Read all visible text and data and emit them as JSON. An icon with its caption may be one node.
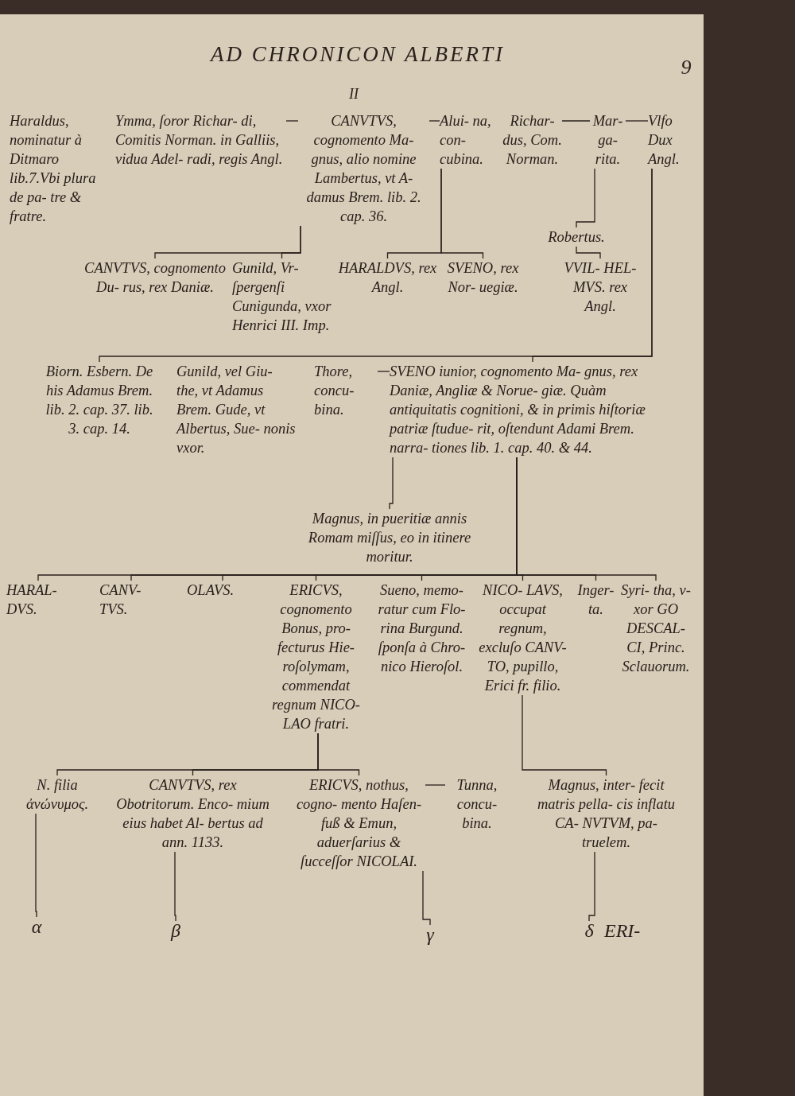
{
  "diagram": {
    "title": "AD CHRONICON ALBERTI",
    "nodes": [
      {
        "text": [
          "Haraldus, nominatur à Ditmaro lib.7.Vbi plura de pa- tre & fratre."
        ]
      },
      {
        "text": [
          "Ymma, ſoror Richar- di, Comitis Norman. in Galliis, vidua Adel- radi, regis Angl."
        ]
      },
      {
        "text": [
          "CANVTVS, cognomento Ma- gnus, alio nomine Lambertus, vt A- damus Brem. lib. 2. cap. 36."
        ]
      },
      {
        "text": [
          "Alui- na, con- cubina."
        ]
      },
      {
        "text": [
          "Richar- dus, Com. Norman."
        ]
      },
      {
        "text": [
          "Mar- ga- rita."
        ]
      },
      {
        "text": [
          "Vlfo Dux Angl."
        ]
      },
      {
        "text": [
          "Robertus."
        ]
      },
      {
        "text": [
          "CANVTVS, cognomento Du- rus, rex Daniæ."
        ]
      },
      {
        "text": [
          "Gunild, Vr- ſpergenſi Cunigunda, vxor Henrici III. Imp."
        ]
      },
      {
        "text": [
          "HARALDVS, rex Angl."
        ]
      },
      {
        "text": [
          "SVENO, rex Nor- uegiæ."
        ]
      },
      {
        "text": [
          "VVIL- HEL- MVS. rex Angl."
        ]
      },
      {
        "text": [
          "Biorn. Esbern. De his Adamus Brem. lib. 2. cap. 37. lib. 3. cap. 14."
        ]
      },
      {
        "text": [
          "Gunild, vel Giu- the, vt Adamus Brem. Gude, vt Albertus, Sue- nonis vxor."
        ]
      },
      {
        "text": [
          "Thore, concu- bina."
        ]
      },
      {
        "text": [
          "SVENO iunior, cognomento Ma- gnus, rex Daniæ, Angliæ & Norue- giæ. Quàm antiquitatis cognitioni, & in primis hiſtoriæ patriæ ſtudue- rit, oſtendunt Adami Brem. narra- tiones lib. 1. cap. 40. & 44."
        ]
      },
      {
        "text": [
          "Magnus, in pueritiæ annis Romam miſſus, eo in itinere moritur."
        ]
      },
      {
        "text": [
          "HARAL- DVS."
        ]
      },
      {
        "text": [
          "CANV- TVS."
        ]
      },
      {
        "text": [
          "OLAVS."
        ]
      },
      {
        "text": [
          "ERICVS, cognomento Bonus, pro- fecturus Hie- roſolymam, commendat regnum NICO- LAO fratri."
        ]
      },
      {
        "text": [
          "Sueno, memo- ratur cum Flo- rina Burgund. ſponſa à Chro- nico Hieroſol."
        ]
      },
      {
        "text": [
          "NICO- LAVS, occupat regnum, excluſo CANV- TO, pupillo, Erici fr. filio."
        ]
      },
      {
        "text": [
          "Inger- ta."
        ]
      },
      {
        "text": [
          "Syri- tha, v- xor GO DESCAL- CI, Princ. Sclauorum."
        ]
      },
      {
        "text": [
          "N. filia ἀνώνυμος."
        ]
      },
      {
        "text": [
          "CANVTVS, rex Obotritorum. Enco- mium eius habet Al- bertus ad ann. 1133."
        ]
      },
      {
        "text": [
          "ERICVS, nothus, cogno- mento Haſen- fuß & Emun, aduerſarius & ſucceſſor NICOLAI."
        ]
      },
      {
        "text": [
          "Tunna, concu- bina."
        ]
      },
      {
        "text": [
          "Magnus, inter- fecit matris pella- cis inflatu CA- NVTVM, pa- truelem."
        ]
      },
      {
        "text": [
          "α"
        ]
      },
      {
        "text": [
          "β"
        ]
      },
      {
        "text": [
          "γ"
        ]
      },
      {
        "text": [
          "δ"
        ]
      }
    ],
    "edges": [
      {
        "from": 1,
        "to": 2,
        "arrow": "none"
      },
      {
        "from": 2,
        "to": 3,
        "arrow": "none"
      },
      {
        "from": 4,
        "to": 5,
        "arrow": "none"
      },
      {
        "from": 5,
        "to": 6,
        "arrow": "none"
      },
      {
        "from": 5,
        "to": 7,
        "arrow": "none"
      },
      {
        "from": 2,
        "to": 8,
        "arrow": "none"
      },
      {
        "from": 2,
        "to": 9,
        "arrow": "none"
      },
      {
        "from": 3,
        "to": 10,
        "arrow": "none"
      },
      {
        "from": 3,
        "to": 11,
        "arrow": "none"
      },
      {
        "from": 7,
        "to": 12,
        "arrow": "none"
      },
      {
        "from": 6,
        "to": 13,
        "arrow": "none"
      },
      {
        "from": 6,
        "to": 16,
        "arrow": "none"
      },
      {
        "from": 15,
        "to": 16,
        "arrow": "none"
      },
      {
        "from": 16,
        "to": 17,
        "arrow": "none"
      },
      {
        "from": 16,
        "to": 18,
        "arrow": "none"
      },
      {
        "from": 16,
        "to": 19,
        "arrow": "none"
      },
      {
        "from": 16,
        "to": 20,
        "arrow": "none"
      },
      {
        "from": 16,
        "to": 21,
        "arrow": "none"
      },
      {
        "from": 16,
        "to": 22,
        "arrow": "none"
      },
      {
        "from": 16,
        "to": 23,
        "arrow": "none"
      },
      {
        "from": 16,
        "to": 24,
        "arrow": "none"
      },
      {
        "from": 16,
        "to": 25,
        "arrow": "none"
      },
      {
        "from": 21,
        "to": 26,
        "arrow": "none"
      },
      {
        "from": 21,
        "to": 27,
        "arrow": "none"
      },
      {
        "from": 21,
        "to": 28,
        "arrow": "none"
      },
      {
        "from": 23,
        "to": 30,
        "arrow": "none"
      },
      {
        "from": 28,
        "to": 29,
        "arrow": "none"
      },
      {
        "from": 26,
        "to": 31,
        "arrow": "none"
      },
      {
        "from": 27,
        "to": 32,
        "arrow": "none"
      },
      {
        "from": 28,
        "to": 33,
        "arrow": "none"
      },
      {
        "from": 30,
        "to": 34,
        "arrow": "none"
      }
    ],
    "labels": [
      "9",
      "II",
      "ERI-"
    ]
  }
}
